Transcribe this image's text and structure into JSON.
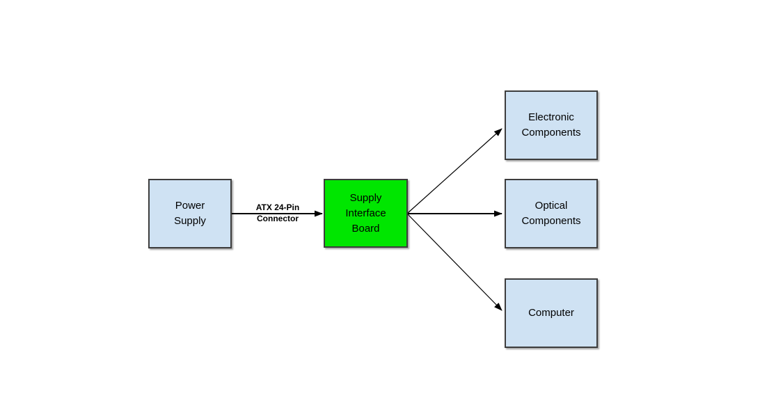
{
  "diagram": {
    "background": "#ffffff",
    "colors": {
      "node_fill_blue": "#cfe2f3",
      "node_fill_green": "#00e600",
      "node_border": "#3d3d3d",
      "connector": "#000000",
      "text": "#000000"
    },
    "nodes": [
      {
        "id": "power-supply",
        "label": "Power\nSupply",
        "fill": "#cfe2f3"
      },
      {
        "id": "supply-interface-board",
        "label": "Supply\nInterface\nBoard",
        "fill": "#00e600"
      },
      {
        "id": "electronic-components",
        "label": "Electronic\nComponents",
        "fill": "#cfe2f3"
      },
      {
        "id": "optical-components",
        "label": "Optical\nComponents",
        "fill": "#cfe2f3"
      },
      {
        "id": "computer",
        "label": "Computer",
        "fill": "#cfe2f3"
      }
    ],
    "edges": [
      {
        "id": "power-to-board",
        "from": "power-supply",
        "to": "supply-interface-board",
        "label": "ATX 24-Pin\nConnector"
      },
      {
        "id": "board-to-electronic",
        "from": "supply-interface-board",
        "to": "electronic-components",
        "label": ""
      },
      {
        "id": "board-to-optical",
        "from": "supply-interface-board",
        "to": "optical-components",
        "label": ""
      },
      {
        "id": "board-to-computer",
        "from": "supply-interface-board",
        "to": "computer",
        "label": ""
      }
    ]
  }
}
